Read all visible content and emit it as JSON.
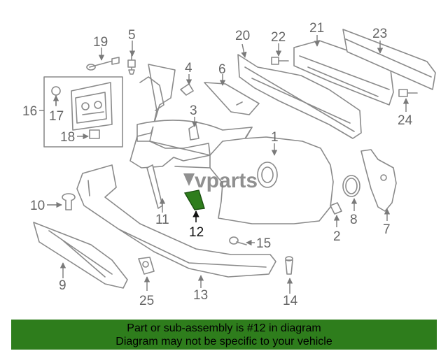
{
  "watermark": {
    "text": "vparts"
  },
  "highlight": {
    "part_number": "12",
    "color": "#2e7d1c"
  },
  "callouts": {
    "c1": "1",
    "c2": "2",
    "c3": "3",
    "c4": "4",
    "c5": "5",
    "c6": "6",
    "c7": "7",
    "c8": "8",
    "c9": "9",
    "c10": "10",
    "c11": "11",
    "c12": "12",
    "c13": "13",
    "c14": "14",
    "c15": "15",
    "c16": "16",
    "c17": "17",
    "c18": "18",
    "c19": "19",
    "c20": "20",
    "c21": "21",
    "c22": "22",
    "c23": "23",
    "c24": "24",
    "c25": "25"
  },
  "banner": {
    "line1": "Part or sub-assembly is #12 in diagram",
    "line2": "Diagram may not be specific to your vehicle",
    "background": "#2e7d1c"
  }
}
